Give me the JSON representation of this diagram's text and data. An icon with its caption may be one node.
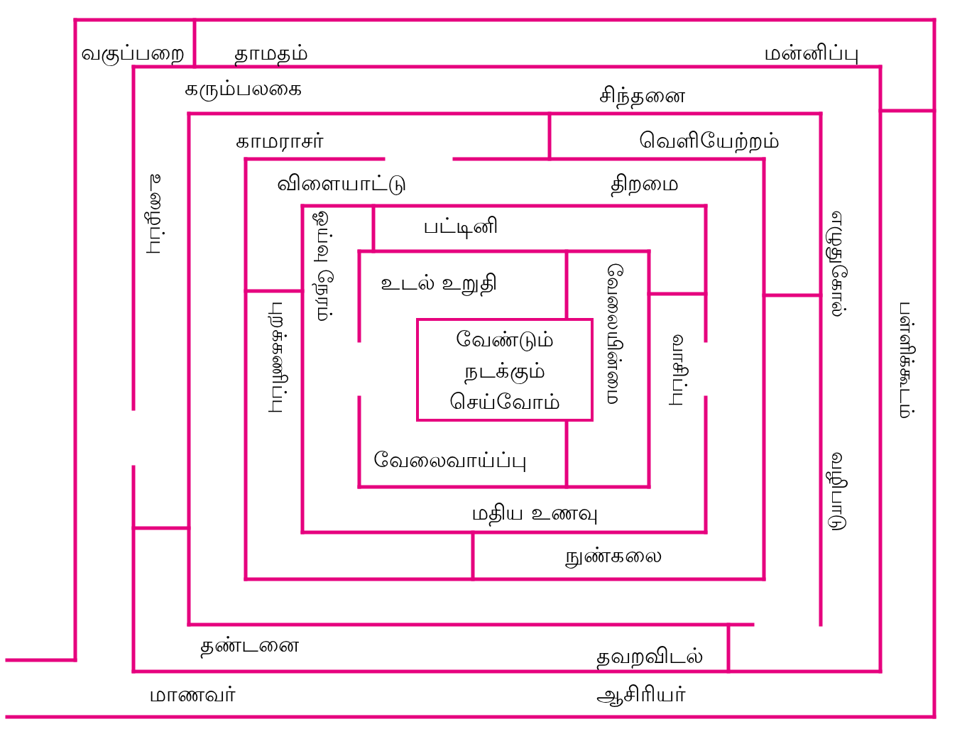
{
  "diagram": {
    "nodes": [
      {
        "text": [
          "வேண்டும் நடக்கும் செய்வோம்"
        ]
      }
    ],
    "labels": [
      "வகுப்பறை",
      "தாமதம்",
      "மன்னிப்பு",
      "கரும்பலகை",
      "சிந்தனை",
      "காமராசர்",
      "வெளியேற்றம்",
      "உழைப்பு",
      "விளையாட்டு",
      "ஓய்வு நேரம்",
      "பட்டினி",
      "திறமை",
      "எழுதுகோல்",
      "புறக்கணிப்பு",
      "உடல் உறுதி",
      "வேலையின்மை",
      "வாசிப்பு",
      "பள்ளிக்கூடம்",
      "வேலைவாய்ப்பு",
      "வழிபாடு",
      "மதிய உணவு",
      "நுண்கலை",
      "தண்டனை",
      "தவறவிடல்",
      "மாணவர்",
      "ஆசிரியர்"
    ]
  }
}
